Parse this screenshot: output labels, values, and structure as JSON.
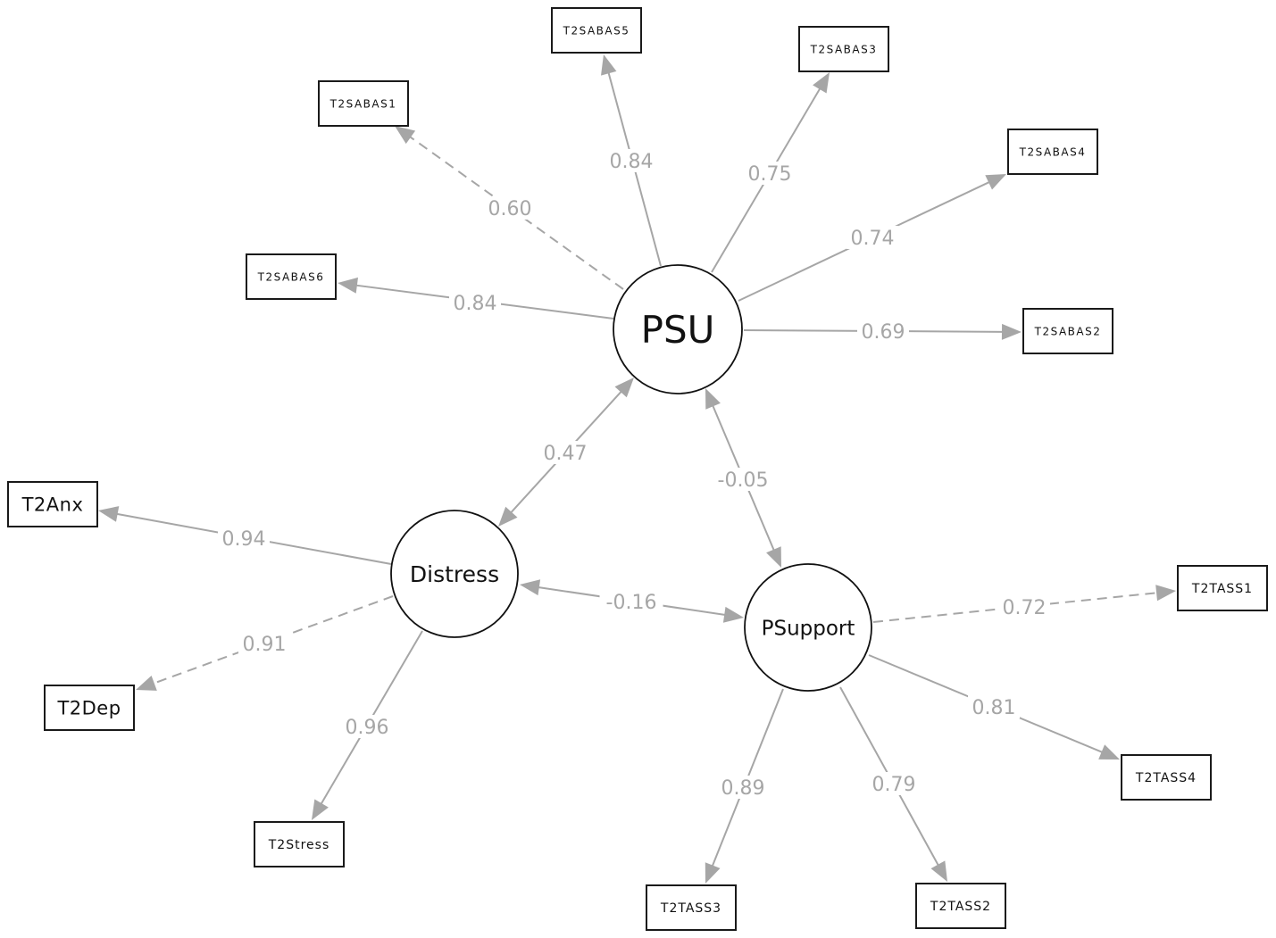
{
  "nodes": [
    {
      "id": "psu",
      "label": "PSU",
      "shape": "latent"
    },
    {
      "id": "distress",
      "label": "Distress",
      "shape": "latent"
    },
    {
      "id": "psupport",
      "label": "PSupport",
      "shape": "latent"
    },
    {
      "id": "t2sabas5",
      "label": "T2SABAS5",
      "shape": "observed"
    },
    {
      "id": "t2sabas3",
      "label": "T2SABAS3",
      "shape": "observed"
    },
    {
      "id": "t2sabas1",
      "label": "T2SABAS1",
      "shape": "observed"
    },
    {
      "id": "t2sabas4",
      "label": "T2SABAS4",
      "shape": "observed"
    },
    {
      "id": "t2sabas6",
      "label": "T2SABAS6",
      "shape": "observed"
    },
    {
      "id": "t2sabas2",
      "label": "T2SABAS2",
      "shape": "observed"
    },
    {
      "id": "t2anx",
      "label": "T2Anx",
      "shape": "observed"
    },
    {
      "id": "t2dep",
      "label": "T2Dep",
      "shape": "observed"
    },
    {
      "id": "t2stress",
      "label": "T2Stress",
      "shape": "observed"
    },
    {
      "id": "t2tass1",
      "label": "T2TASS1",
      "shape": "observed"
    },
    {
      "id": "t2tass4",
      "label": "T2TASS4",
      "shape": "observed"
    },
    {
      "id": "t2tass3",
      "label": "T2TASS3",
      "shape": "observed"
    },
    {
      "id": "t2tass2",
      "label": "T2TASS2",
      "shape": "observed"
    }
  ],
  "edges": [
    {
      "from": "psu",
      "to": "t2sabas5",
      "label": "0.84",
      "style": "solid",
      "direction": "forward"
    },
    {
      "from": "psu",
      "to": "t2sabas3",
      "label": "0.75",
      "style": "solid",
      "direction": "forward"
    },
    {
      "from": "psu",
      "to": "t2sabas1",
      "label": "0.60",
      "style": "dashed",
      "direction": "forward"
    },
    {
      "from": "psu",
      "to": "t2sabas4",
      "label": "0.74",
      "style": "solid",
      "direction": "forward"
    },
    {
      "from": "psu",
      "to": "t2sabas6",
      "label": "0.84",
      "style": "solid",
      "direction": "forward"
    },
    {
      "from": "psu",
      "to": "t2sabas2",
      "label": "0.69",
      "style": "solid",
      "direction": "forward"
    },
    {
      "from": "psu",
      "to": "distress",
      "label": "0.47",
      "style": "solid",
      "direction": "both"
    },
    {
      "from": "psu",
      "to": "psupport",
      "label": "-0.05",
      "style": "solid",
      "direction": "both"
    },
    {
      "from": "distress",
      "to": "psupport",
      "label": "-0.16",
      "style": "solid",
      "direction": "both"
    },
    {
      "from": "distress",
      "to": "t2anx",
      "label": "0.94",
      "style": "solid",
      "direction": "forward"
    },
    {
      "from": "distress",
      "to": "t2dep",
      "label": "0.91",
      "style": "dashed",
      "direction": "forward"
    },
    {
      "from": "distress",
      "to": "t2stress",
      "label": "0.96",
      "style": "solid",
      "direction": "forward"
    },
    {
      "from": "psupport",
      "to": "t2tass1",
      "label": "0.72",
      "style": "dashed",
      "direction": "forward"
    },
    {
      "from": "psupport",
      "to": "t2tass4",
      "label": "0.81",
      "style": "solid",
      "direction": "forward"
    },
    {
      "from": "psupport",
      "to": "t2tass3",
      "label": "0.89",
      "style": "solid",
      "direction": "forward"
    },
    {
      "from": "psupport",
      "to": "t2tass2",
      "label": "0.79",
      "style": "solid",
      "direction": "forward"
    }
  ],
  "colors": {
    "edge": "#a6a6a6",
    "node_stroke": "#111111",
    "label_text": "#a6a6a6",
    "background": "#ffffff"
  }
}
